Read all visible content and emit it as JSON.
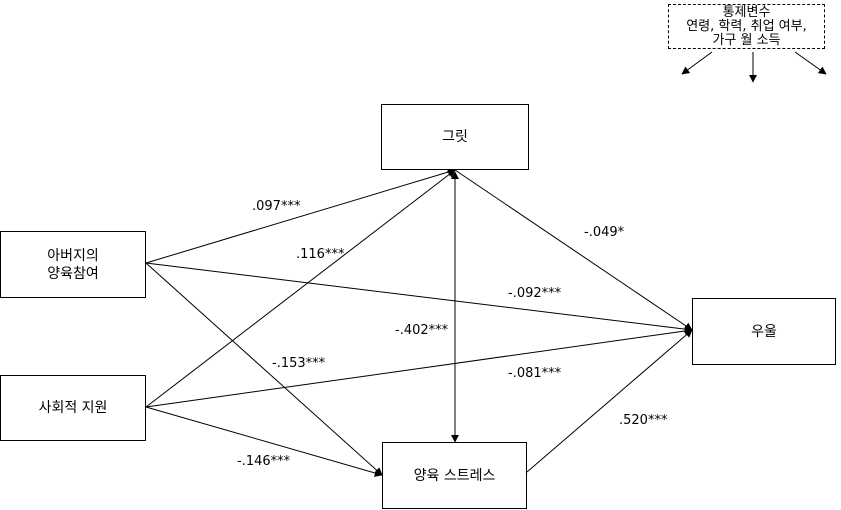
{
  "control": {
    "title": "통제변수",
    "line1": "연령, 학력, 취업 여부,",
    "line2": "가구 월 소득"
  },
  "nodes": {
    "grit": "그릿",
    "father_line1": "아버지의",
    "father_line2": "양육참여",
    "social_support": "사회적 지원",
    "parenting_stress": "양육 스트레스",
    "depression": "우울"
  },
  "paths": {
    "father_grit": ".097***",
    "social_grit": ".116***",
    "grit_depression": "-.049*",
    "father_depression": "-.092***",
    "grit_stress": "-.402***",
    "father_stress": "-.153***",
    "social_depression": "-.081***",
    "stress_depression": ".520***",
    "social_stress": "-.146***"
  }
}
